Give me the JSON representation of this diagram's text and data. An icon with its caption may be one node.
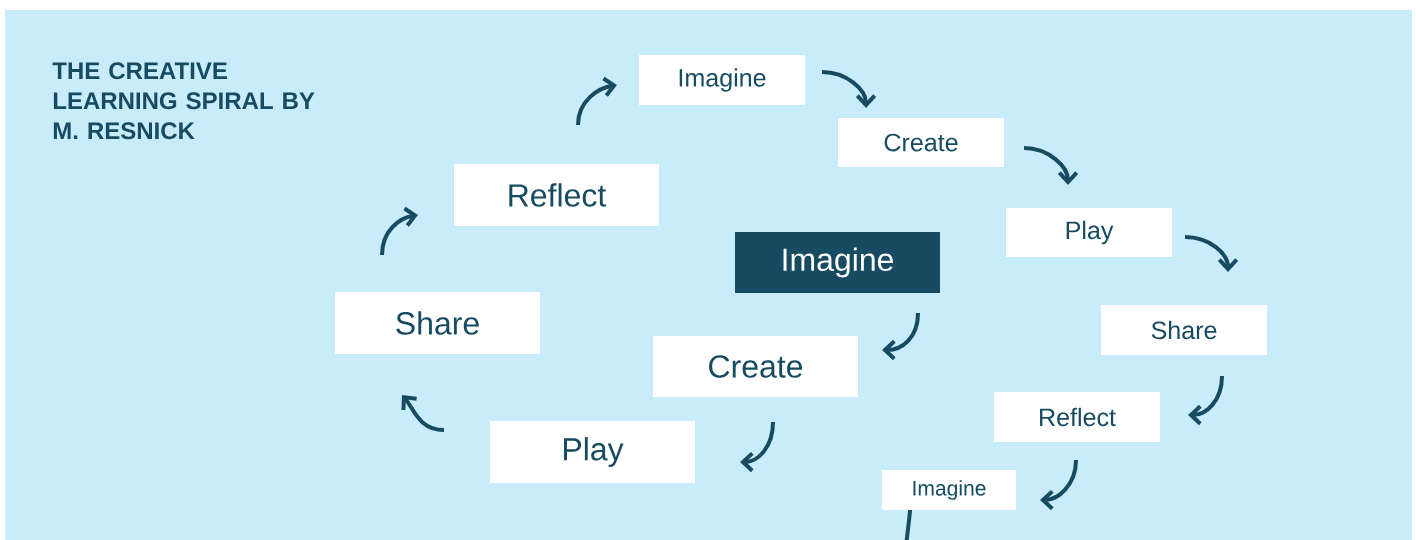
{
  "diagram": {
    "title": "THE CREATIVE LEARNING SPIRAL BY M. RESNICK",
    "nodes": [
      {
        "text": [
          "Imagine"
        ]
      },
      {
        "text": [
          "Create"
        ]
      },
      {
        "text": [
          "Play"
        ]
      },
      {
        "text": [
          "Share"
        ]
      },
      {
        "text": [
          "Reflect"
        ]
      },
      {
        "text": [
          "Imagine"
        ]
      },
      {
        "text": [
          "Create"
        ]
      },
      {
        "text": [
          "Play"
        ]
      },
      {
        "text": [
          "Share"
        ]
      },
      {
        "text": [
          "Reflect"
        ]
      },
      {
        "text": [
          "Imagine"
        ]
      }
    ],
    "edges": [
      {
        "from": 0,
        "to": 1,
        "arrow": "to"
      },
      {
        "from": 1,
        "to": 2,
        "arrow": "to"
      },
      {
        "from": 2,
        "to": 3,
        "arrow": "to"
      },
      {
        "from": 3,
        "to": 4,
        "arrow": "to"
      },
      {
        "from": 4,
        "to": 5,
        "arrow": "to"
      },
      {
        "from": 5,
        "to": 6,
        "arrow": "to"
      },
      {
        "from": 6,
        "to": 7,
        "arrow": "to"
      },
      {
        "from": 7,
        "to": 8,
        "arrow": "to"
      },
      {
        "from": 8,
        "to": 9,
        "arrow": "to"
      },
      {
        "from": 9,
        "to": 10,
        "arrow": "to"
      },
      {
        "from": 10,
        "to": null,
        "arrow": "none"
      }
    ]
  }
}
